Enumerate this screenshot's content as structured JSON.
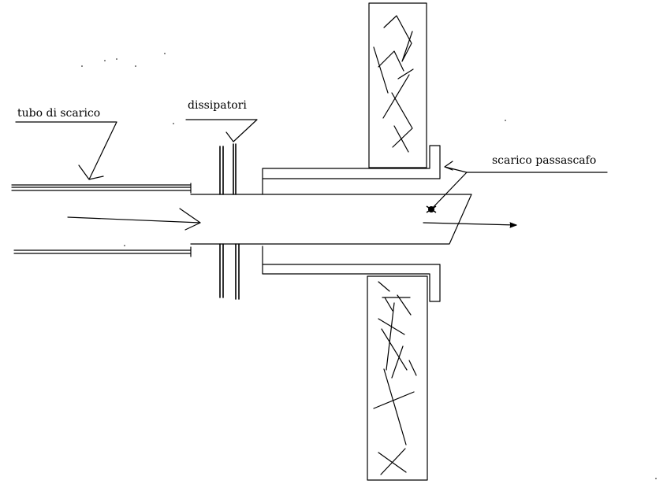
{
  "labels": {
    "exhaust_pipe": "tubo di scarico",
    "heat_sinks": "dissipatori",
    "through_hull_exhaust": "scarico passascafo"
  },
  "colors": {
    "line": "#000000",
    "background": "#ffffff"
  }
}
